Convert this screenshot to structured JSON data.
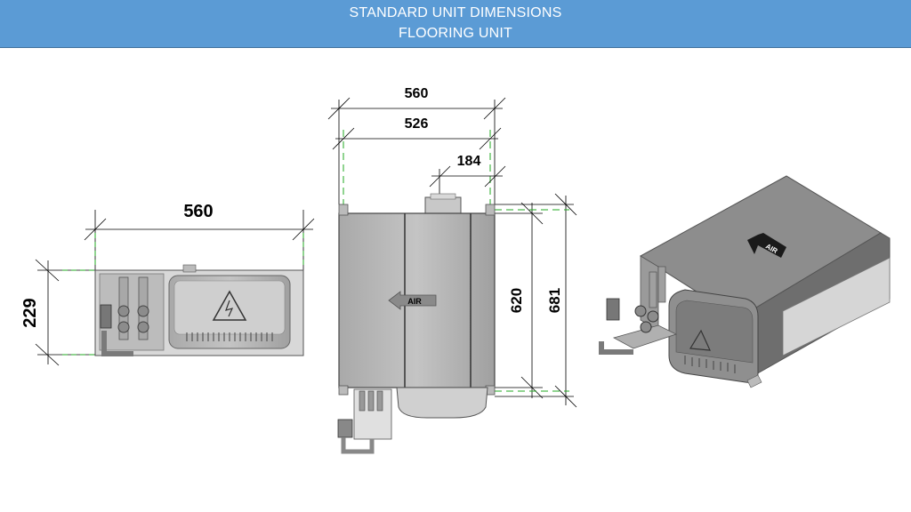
{
  "header": {
    "title_line1": "STANDARD UNIT DIMENSIONS",
    "title_line2": "FLOORING UNIT",
    "background": "#5b9bd5"
  },
  "side_view": {
    "width_dim": "560",
    "height_dim": "229"
  },
  "front_view": {
    "overall_width_dim": "560",
    "inner_width_dim": "526",
    "offset_dim": "184",
    "inner_height_dim": "620",
    "overall_height_dim": "681",
    "air_label": "AIR"
  },
  "iso_view": {
    "air_label": "AIR"
  },
  "colors": {
    "dimension_line": "#000000",
    "extension_line": "#22aa22",
    "unit_body": "#b5b5b5"
  }
}
